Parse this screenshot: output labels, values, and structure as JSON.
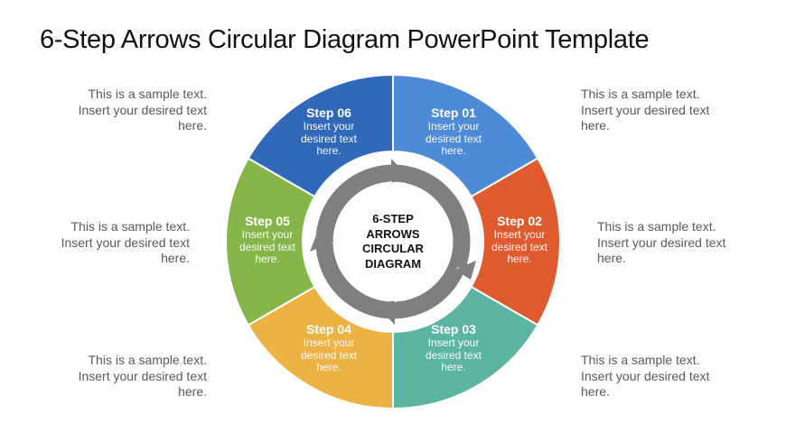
{
  "title": "6-Step Arrows Circular Diagram PowerPoint Template",
  "center": {
    "lines": [
      "6-STEP",
      "ARROWS",
      "CIRCULAR",
      "DIAGRAM"
    ]
  },
  "colors": {
    "step01": "#4e8bd6",
    "step02": "#e05a30",
    "step03": "#5bb5a2",
    "step04": "#edb244",
    "step05": "#86b64a",
    "step06": "#2f69b8",
    "arrow": "#7f7f7f",
    "text_gray": "#595959"
  },
  "steps": [
    {
      "label": "Step 01",
      "lines": [
        "Insert your",
        "desired text",
        "here."
      ]
    },
    {
      "label": "Step 02",
      "lines": [
        "Insert your",
        "desired text",
        "here."
      ]
    },
    {
      "label": "Step 03",
      "lines": [
        "Insert your",
        "desired text",
        "here."
      ]
    },
    {
      "label": "Step 04",
      "lines": [
        "Insert your",
        "desired text",
        "here."
      ]
    },
    {
      "label": "Step 05",
      "lines": [
        "Insert your",
        "desired text",
        "here."
      ]
    },
    {
      "label": "Step 06",
      "lines": [
        "Insert your",
        "desired text",
        "here."
      ]
    }
  ],
  "side_texts": {
    "top_left": [
      "This is a sample text.",
      "Insert your desired text",
      "here."
    ],
    "mid_left": [
      "This is a sample text.",
      "Insert your desired text",
      "here."
    ],
    "bottom_left": [
      "This is a sample text.",
      "Insert your desired text",
      "here."
    ],
    "top_right": [
      "This is a sample text.",
      "Insert your desired text",
      "here."
    ],
    "mid_right": [
      "This is a sample text.",
      "Insert your desired text",
      "here."
    ],
    "bottom_right": [
      "This is a sample text.",
      "Insert your desired text",
      "here."
    ]
  }
}
